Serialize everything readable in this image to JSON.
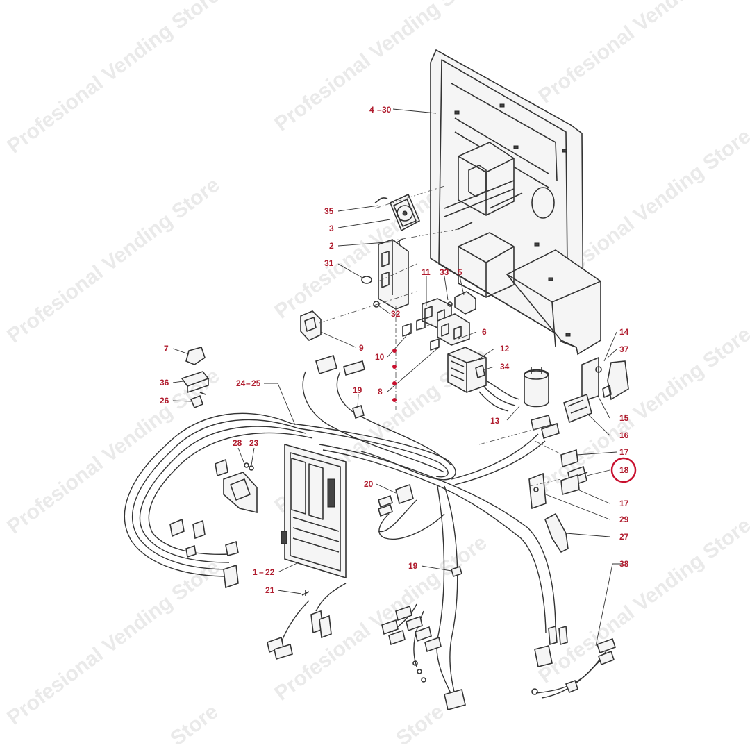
{
  "watermark": "Profesional Vending Store",
  "watermark_fragment": "Store",
  "highlight_color": "#c8102e",
  "label_color": "#b01c2e",
  "callouts": {
    "c_4": "4",
    "c_30": "30",
    "c_35": "35",
    "c_3": "3",
    "c_2": "2",
    "c_31": "31",
    "c_11": "11",
    "c_33": "33",
    "c_5": "5",
    "c_32": "32",
    "c_9": "9",
    "c_6": "6",
    "c_10": "10",
    "c_8": "8",
    "c_12": "12",
    "c_34": "34",
    "c_13": "13",
    "c_14": "14",
    "c_37": "37",
    "c_15": "15",
    "c_16": "16",
    "c_17a": "17",
    "c_18": "18",
    "c_17b": "17",
    "c_29": "29",
    "c_27": "27",
    "c_38": "38",
    "c_7": "7",
    "c_36": "36",
    "c_26": "26",
    "c_24": "24",
    "c_25": "25",
    "c_19a": "19",
    "c_28": "28",
    "c_23": "23",
    "c_20": "20",
    "c_1": "1",
    "c_22": "22",
    "c_21": "21",
    "c_19b": "19"
  },
  "highlighted_part": "18"
}
